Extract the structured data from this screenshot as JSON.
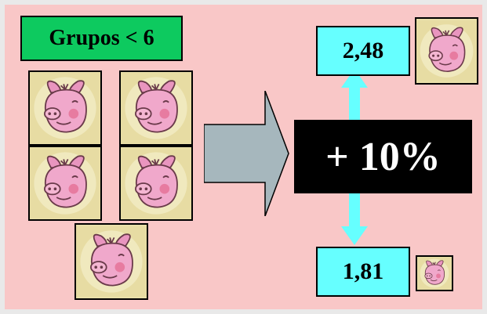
{
  "left": {
    "label": "Grupos < 6",
    "pig_count": 5
  },
  "center": {
    "percent_label": "+ 10%"
  },
  "right": {
    "top_value": "2,48",
    "bottom_value": "1,81"
  },
  "icons": {
    "pig": "pig-face-icon",
    "arrow": "right-arrow-icon",
    "up_arrow": "up-arrow-icon",
    "down_arrow": "down-arrow-icon"
  },
  "colors": {
    "background": "#f9c7c7",
    "group_label": "#0dca5f",
    "value_box": "#66ffff",
    "arrow_gray": "#a6b7bd",
    "percent_box": "#000000"
  }
}
